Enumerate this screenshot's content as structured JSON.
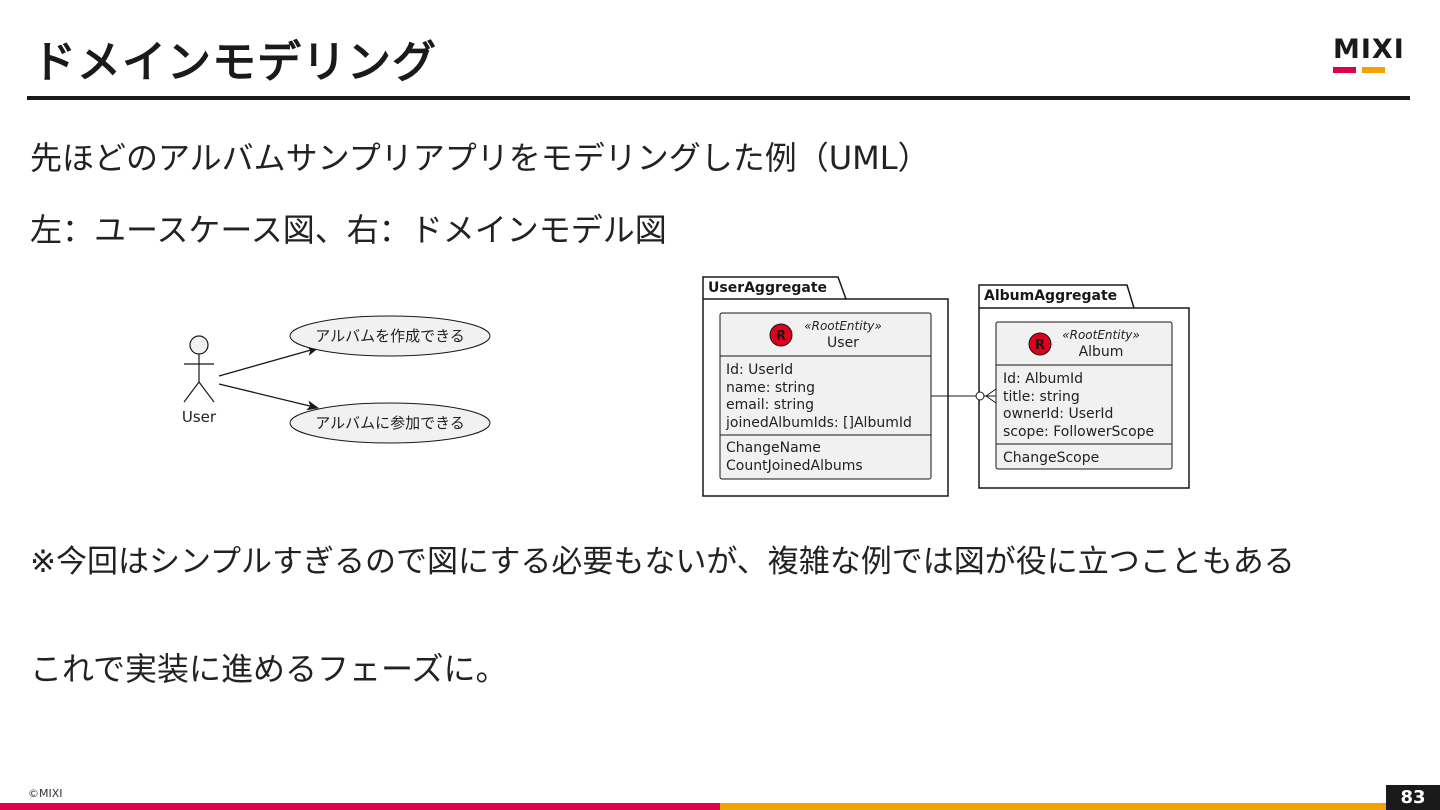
{
  "slide": {
    "title": "ドメインモデリング",
    "line1": "先ほどのアルバムサンプリアプリをモデリングした例（UML）",
    "line2": "左：ユースケース図、右：ドメインモデル図",
    "note": "※今回はシンプルすぎるので図にする必要もないが、複雑な例では図が役に立つこともある",
    "conclusion": "これで実装に進めるフェーズに。",
    "copyright": "©MIXI",
    "page_number": "83"
  },
  "logo": {
    "text": "MIXI",
    "colors": [
      "#e0004d",
      "#f5a100"
    ]
  },
  "usecase": {
    "actor": "User",
    "cases": [
      "アルバムを作成できる",
      "アルバムに参加できる"
    ]
  },
  "domain": {
    "user_aggregate": {
      "package": "UserAggregate",
      "stereotype": "«RootEntity»",
      "badge": "R",
      "name": "User",
      "fields": [
        "Id: UserId",
        "name: string",
        "email: string",
        "joinedAlbumIds: []AlbumId"
      ],
      "methods": [
        "ChangeName",
        "CountJoinedAlbums"
      ]
    },
    "album_aggregate": {
      "package": "AlbumAggregate",
      "stereotype": "«RootEntity»",
      "badge": "R",
      "name": "Album",
      "fields": [
        "Id: AlbumId",
        "title: string",
        "ownerId: UserId",
        "scope: FollowerScope"
      ],
      "methods": [
        "ChangeScope"
      ]
    }
  },
  "colors": {
    "badge": "#e0001b",
    "class_fill": "#f1f1f1",
    "footer_left": "#e0004d",
    "footer_right": "#f5a100"
  }
}
